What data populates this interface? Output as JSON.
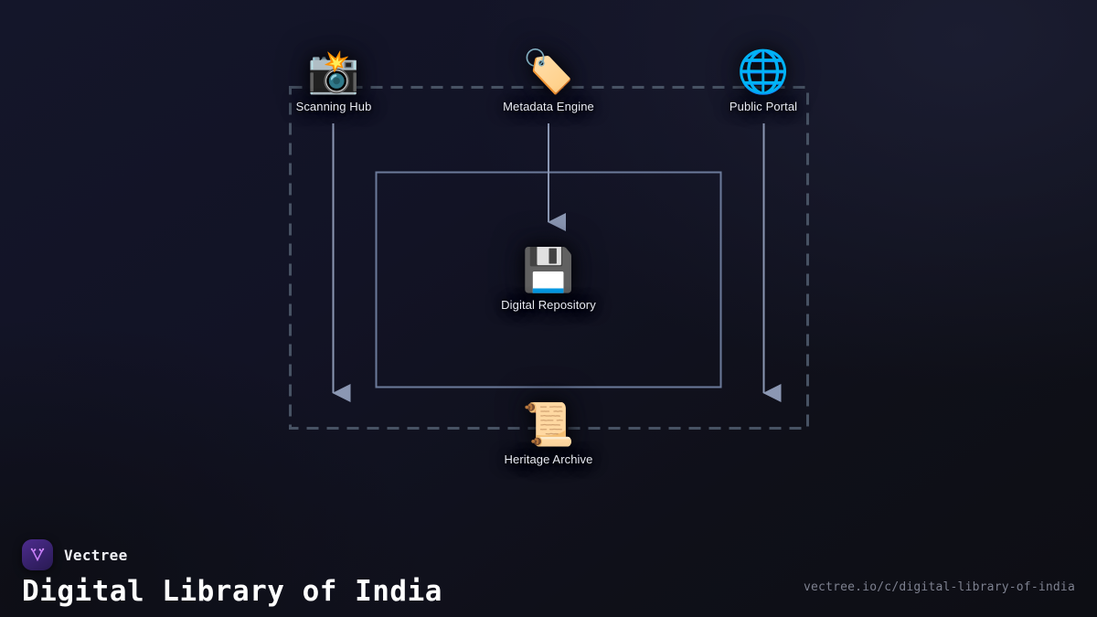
{
  "diagram": {
    "container_box": {
      "style": "dashed",
      "color": "#465166"
    },
    "inner_box": {
      "style": "solid",
      "color": "#6b7a99"
    },
    "arrow_color": "#8b97b3",
    "nodes": [
      {
        "id": "scanning-hub",
        "label": "Scanning Hub",
        "icon": "camera-with-flash-icon",
        "glyph": "📸"
      },
      {
        "id": "metadata-engine",
        "label": "Metadata Engine",
        "icon": "label-tag-icon",
        "glyph": "🏷️"
      },
      {
        "id": "public-portal",
        "label": "Public Portal",
        "icon": "globe-with-meridians-icon",
        "glyph": "🌐"
      },
      {
        "id": "digital-repository",
        "label": "Digital Repository",
        "icon": "floppy-disk-icon",
        "glyph": "💾"
      },
      {
        "id": "heritage-archive",
        "label": "Heritage Archive",
        "icon": "scroll-icon",
        "glyph": "📜"
      }
    ]
  },
  "footer": {
    "brand_name": "Vectree",
    "brand_logo": "vectree-logo-icon",
    "title": "Digital Library of India",
    "url": "vectree.io/c/digital-library-of-india"
  },
  "theme": {
    "background_top": "#1b1d31",
    "background_bottom": "#0d0e14",
    "text_primary": "#ffffff",
    "text_muted": "#7d808f",
    "brand_accent": "#b06cf5"
  }
}
